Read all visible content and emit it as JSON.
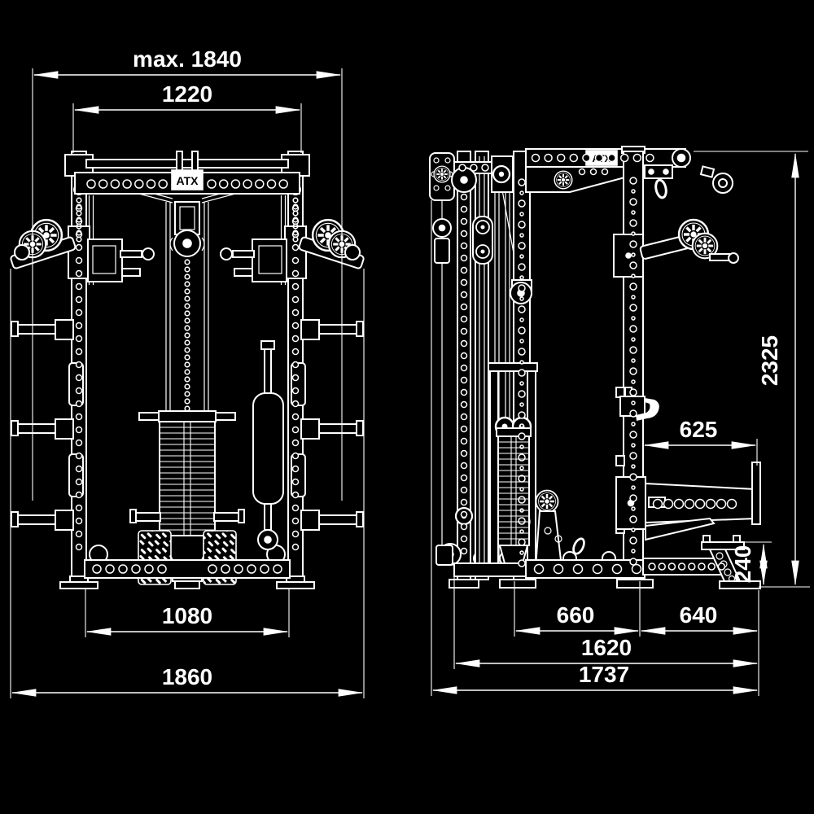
{
  "brand": "ATX",
  "colors": {
    "background": "#000000",
    "line": "#ffffff"
  },
  "views": {
    "left": "front-view",
    "right": "side-view"
  },
  "dimensions": {
    "front": {
      "max_width": "max. 1840",
      "upper_inner_width": "1220",
      "base_inner_width": "1080",
      "base_overall_width": "1860"
    },
    "side": {
      "overall_height": "2325",
      "spotter_arm_length": "625",
      "technique_tray_height": "240",
      "front_section_depth": "660",
      "rear_extension_depth": "640",
      "base_depth": "1620",
      "overall_depth": "1737"
    }
  }
}
